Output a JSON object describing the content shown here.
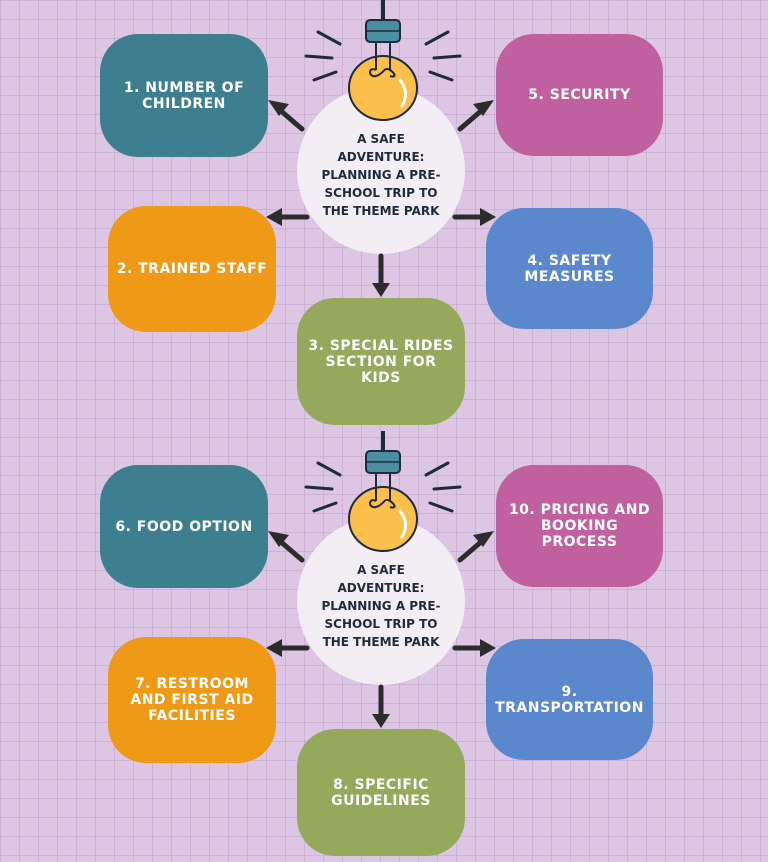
{
  "panels": [
    {
      "center_text": "A SAFE ADVENTURE: PLANNING A PRE-SCHOOL TRIP TO THE THEME PARK",
      "box1": "1.  NUMBER OF CHILDREN",
      "box2": "2. TRAINED STAFF",
      "box3": "3. SPECIAL RIDES SECTION FOR KIDS",
      "box4": "4. SAFETY MEASURES",
      "box5": "5. SECURITY"
    },
    {
      "center_text": "A SAFE ADVENTURE: PLANNING A PRE-SCHOOL TRIP TO THE THEME PARK",
      "box1": "6. FOOD OPTION",
      "box2": "7. RESTROOM AND FIRST AID FACILITIES",
      "box3": "8. SPECIFIC GUIDELINES",
      "box4": "9. TRANSPORTATION",
      "box5": "10. PRICING AND BOOKING PROCESS"
    }
  ],
  "colors": {
    "background": "#dcc6e3",
    "teal": "#3e7f8f",
    "orange": "#ef9a16",
    "green": "#95a95c",
    "blue": "#5b87cc",
    "pink": "#c0609e",
    "bulb": "#fbbf4c",
    "arrow": "#2c2c2c"
  },
  "icons": {
    "bulb": "lightbulb-icon",
    "arrow": "arrow-icon"
  }
}
